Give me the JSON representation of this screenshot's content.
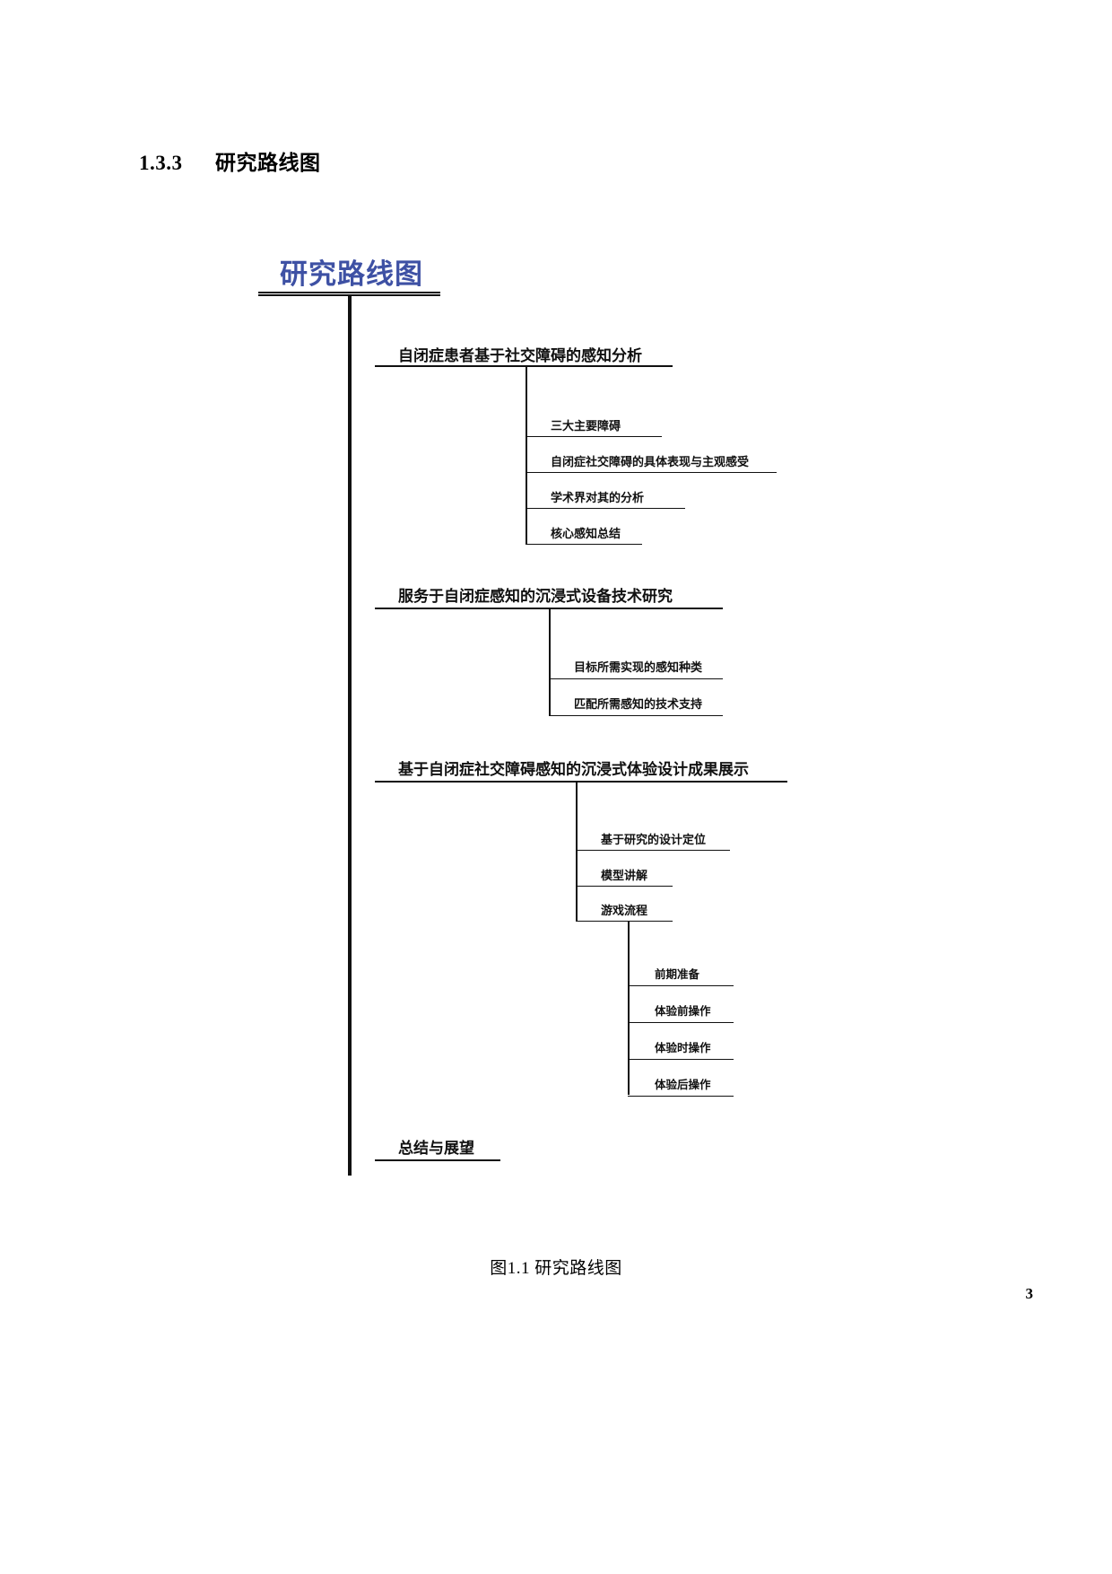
{
  "document": {
    "section_number": "1.3.3",
    "section_title": "研究路线图",
    "figure_caption": "图1.1 研究路线图",
    "page_number": "3"
  },
  "diagram": {
    "title": "研究路线图",
    "title_color": "#3e51a4",
    "line_color": "#111111",
    "nodes": {
      "branch1": {
        "label": "自闭症患者基于社交障碍的感知分析",
        "children": [
          {
            "label": "三大主要障碍"
          },
          {
            "label": "自闭症社交障碍的具体表现与主观感受"
          },
          {
            "label": "学术界对其的分析"
          },
          {
            "label": "核心感知总结"
          }
        ]
      },
      "branch2": {
        "label": "服务于自闭症感知的沉浸式设备技术研究",
        "children": [
          {
            "label": "目标所需实现的感知种类"
          },
          {
            "label": "匹配所需感知的技术支持"
          }
        ]
      },
      "branch3": {
        "label": "基于自闭症社交障碍感知的沉浸式体验设计成果展示",
        "children": [
          {
            "label": "基于研究的设计定位"
          },
          {
            "label": "模型讲解"
          },
          {
            "label": "游戏流程"
          }
        ],
        "grandchildren": [
          {
            "label": "前期准备"
          },
          {
            "label": "体验前操作"
          },
          {
            "label": "体验时操作"
          },
          {
            "label": "体验后操作"
          }
        ]
      },
      "branch4": {
        "label": "总结与展望"
      }
    }
  }
}
